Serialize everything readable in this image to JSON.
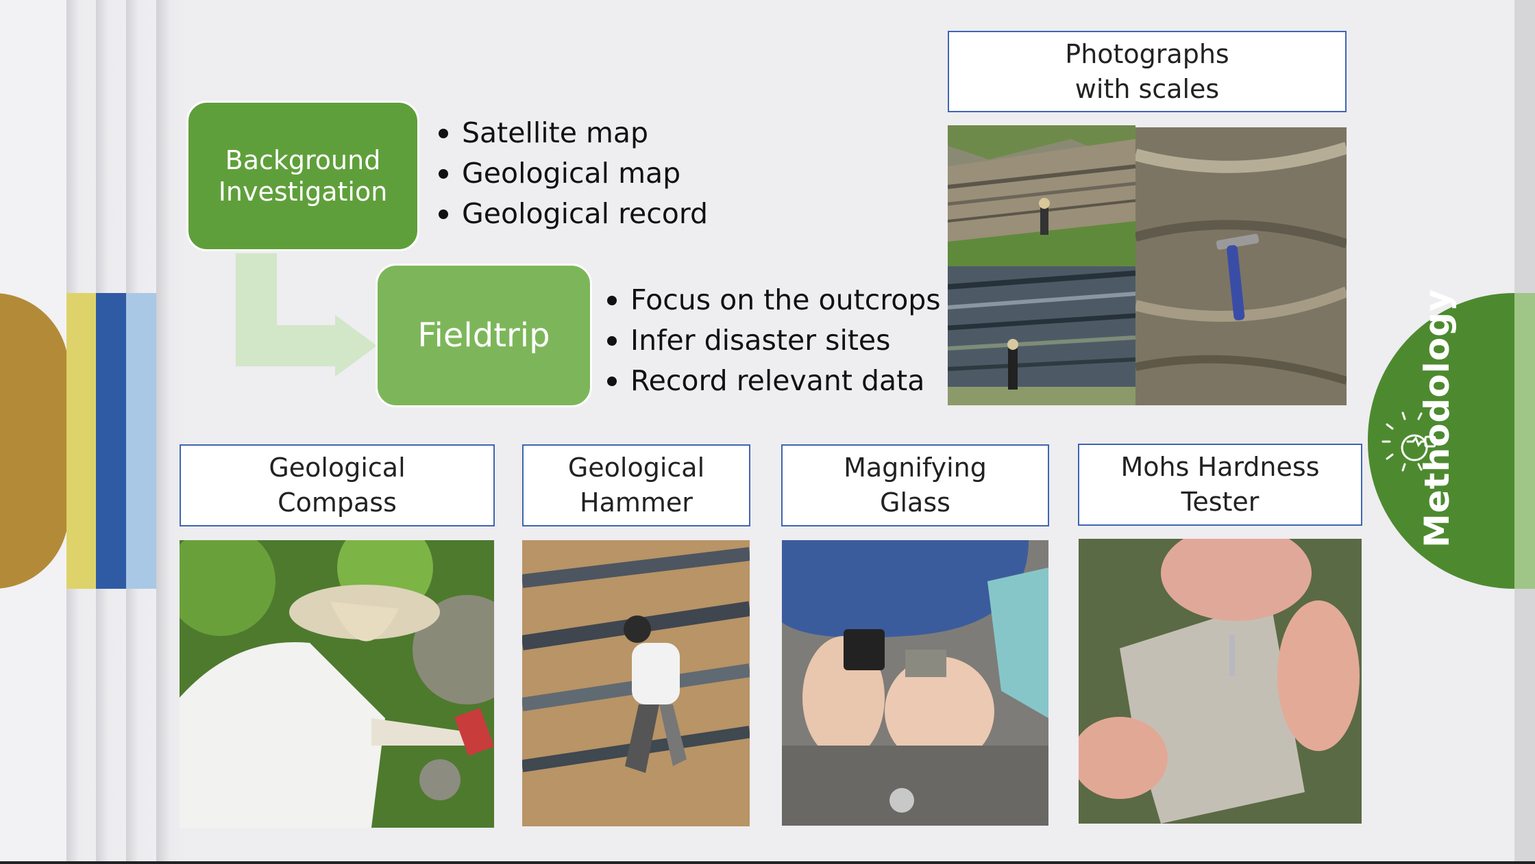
{
  "flow": {
    "box1": "Background Investigation",
    "box1_line1": "Background",
    "box1_line2": "Investigation",
    "box2": "Fieldtrip"
  },
  "background_items": [
    "Satellite map",
    "Geological map",
    "Geological record"
  ],
  "fieldtrip_items": [
    "Focus on the outcrops",
    "Infer disaster sites",
    "Record relevant data"
  ],
  "photographs_label": {
    "line1": "Photographs",
    "line2": "with scales"
  },
  "tools": [
    {
      "line1": "Geological",
      "line2": "Compass"
    },
    {
      "line1": "Geological",
      "line2": "Hammer"
    },
    {
      "line1": "Magnifying",
      "line2": "Glass"
    },
    {
      "line1": "Mohs Hardness",
      "line2": "Tester"
    }
  ],
  "section_tab": {
    "label": "Methodology",
    "icon": "lightbulb-icon"
  },
  "colors": {
    "green_dark": "#5f9f3b",
    "green_light": "#7db65a",
    "tab_green": "#4d8a2f",
    "label_border": "#3e65b3",
    "tab_gold": "#b38b38",
    "tab_yellow": "#ddd36a",
    "tab_blue": "#2f5ba5",
    "tab_light_blue": "#a9c8e6"
  }
}
